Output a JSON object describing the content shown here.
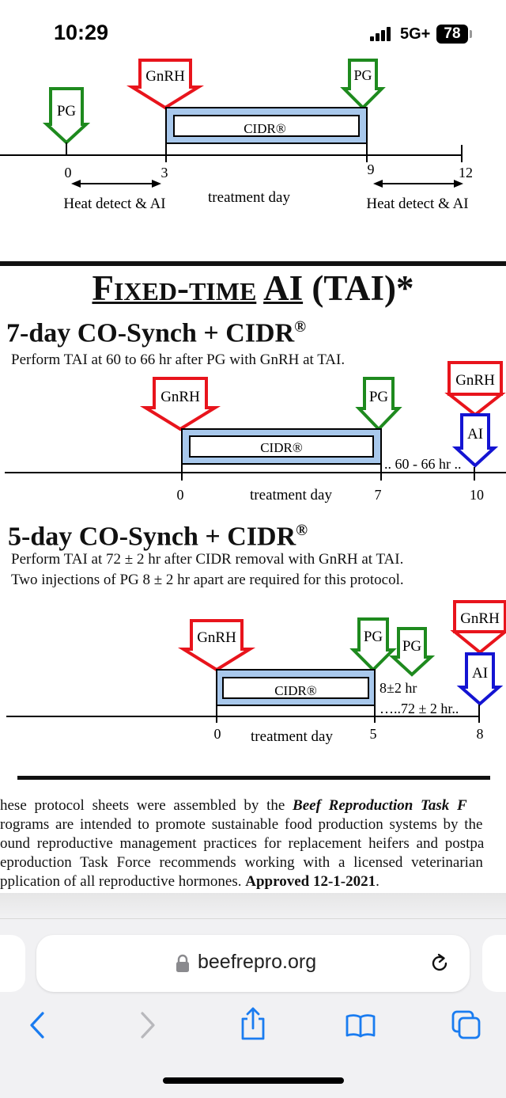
{
  "status_bar": {
    "time": "10:29",
    "network": "5G+",
    "battery": "78"
  },
  "top_diagram": {
    "pg_label": "PG",
    "gnrh_label": "GnRH",
    "pg2_label": "PG",
    "cidr_label": "CIDR®",
    "ticks": [
      "0",
      "3",
      "9",
      "12"
    ],
    "heat_left": "Heat detect & AI",
    "heat_right": "Heat detect & AI",
    "axis_label": "treatment day"
  },
  "main_heading": {
    "part1": "Fixed-time",
    "part2": "AI",
    "part3": "(TAI)*"
  },
  "seven_day": {
    "title": "7-day CO-Synch + CIDR",
    "reg": "®",
    "description": "Perform TAI at 60 to 66  hr after PG with GnRH at TAI.",
    "gnrh_label": "GnRH",
    "pg_label": "PG",
    "gnrh2_label": "GnRH",
    "ai_label": "AI",
    "cidr_label": "CIDR®",
    "interval": ".. 60 - 66 hr ..",
    "ticks": [
      "0",
      "7",
      "10"
    ],
    "axis_label": "treatment day"
  },
  "five_day": {
    "title": "5-day CO-Synch + CIDR",
    "reg": "®",
    "description1": "Perform TAI at 72 ± 2 hr after CIDR removal with GnRH at TAI.",
    "description2": "Two injections of  PG 8 ± 2 hr apart are required for this protocol.",
    "gnrh_label": "GnRH",
    "pg_label": "PG",
    "pg2_label": "PG",
    "gnrh2_label": "GnRH",
    "ai_label": "AI",
    "cidr_label": "CIDR®",
    "pg_interval": "8±2 hr",
    "interval": "…..72 ± 2 hr..",
    "ticks": [
      "0",
      "5",
      "8"
    ],
    "axis_label": "treatment day"
  },
  "footer": {
    "line1_a": "hese protocol sheets were assembled by the ",
    "line1_b": "Beef Reproduction Task F",
    "line2": "rograms are intended to promote sustainable food production systems by the",
    "line3": "ound reproductive management practices for replacement heifers and postpa",
    "line4": "eproduction Task Force recommends working with a licensed veterinarian",
    "line5_a": "pplication of all reproductive hormones. ",
    "line5_b": "Approved 12-1-2021",
    "line5_c": "."
  },
  "browser": {
    "url": "beefrepro.org"
  },
  "colors": {
    "red": "#e8141c",
    "green": "#1e8a1e",
    "blue": "#1414d2",
    "cidr_fill": "#a8c8ec"
  }
}
